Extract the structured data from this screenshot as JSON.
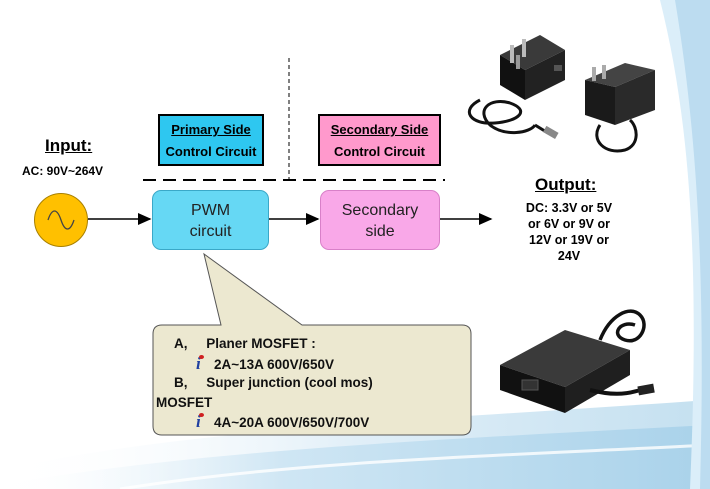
{
  "input": {
    "title": "Input:",
    "description": "AC: 90V~264V",
    "source_icon": "ac-sine-wave-icon"
  },
  "primary_label": {
    "line1": "Primary Side",
    "line2": "Control Circuit",
    "color": "#2ec7f0"
  },
  "secondary_label": {
    "line1": "Secondary Side",
    "line2": "Control Circuit",
    "color": "#ff99cc"
  },
  "blocks": {
    "pwm": {
      "line1": "PWM",
      "line2": "circuit",
      "color": "#66d8f4"
    },
    "secondary": {
      "line1": "Secondary",
      "line2": "side",
      "color": "#f9a8e8"
    }
  },
  "output": {
    "title": "Output:",
    "lines": [
      "DC: 3.3V or 5V",
      "or 6V or 9V or",
      "12V or 19V or",
      "24V"
    ]
  },
  "callout": {
    "color": "#ece8d0",
    "items": [
      {
        "label": "A,",
        "name": "Planer MOSFET :"
      },
      {
        "spec": "2A~13A 600V/650V"
      },
      {
        "label": "B,",
        "name": "Super junction (cool mos)"
      },
      {
        "name": "MOSFET"
      },
      {
        "spec": "4A~20A 600V/650V/700V"
      }
    ],
    "bullet_icon": "info-i-icon"
  },
  "images": {
    "top": "usb-wall-charger-adapters-photo",
    "bottom": "desktop-power-adapter-photo"
  }
}
